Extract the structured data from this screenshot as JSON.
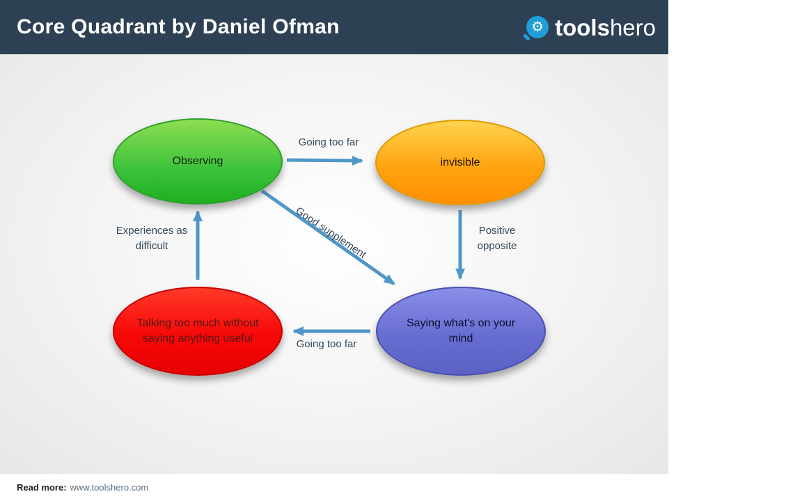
{
  "header": {
    "title": "Core Quadrant by Daniel Ofman",
    "bg_color": "#2e4154",
    "logo": {
      "icon": "search-gear-icon",
      "glyph": "⚙",
      "icon_color": "#1f9ed8",
      "text_bold": "tools",
      "text_light": "hero"
    }
  },
  "diagram": {
    "arrow_color": "#4f97c7",
    "label_color": "#33475b",
    "background": "radial light gray",
    "nodes": [
      {
        "id": "observing",
        "label": "Observing",
        "fill_top": "#8ede52",
        "fill_bottom": "#1faf1f",
        "border": "#2f9e2f"
      },
      {
        "id": "invisible",
        "label": "invisible",
        "fill_top": "#ffd34d",
        "fill_bottom": "#ff8f00",
        "border": "#e09a00"
      },
      {
        "id": "talking-too-much",
        "label": "Talking too much without saying anything useful",
        "fill_top": "#ff3a28",
        "fill_bottom": "#e70000",
        "border": "#c80000"
      },
      {
        "id": "saying-whats-on-your-mind",
        "label": "Saying what's on your mind",
        "fill_top": "#8a8fe8",
        "fill_bottom": "#5c61c4",
        "border": "#4a4fb0"
      }
    ],
    "edges": [
      {
        "id": "observing-to-invisible",
        "label": "Going too far"
      },
      {
        "id": "invisible-to-saying",
        "label": "Positive opposite"
      },
      {
        "id": "saying-to-talking",
        "label": "Going too far"
      },
      {
        "id": "talking-to-observing",
        "label": "Experiences as difficult"
      },
      {
        "id": "observing-to-saying",
        "label": "Good supplement"
      }
    ]
  },
  "footer": {
    "read_more_label": "Read more:",
    "url": "www.toolshero.com"
  }
}
